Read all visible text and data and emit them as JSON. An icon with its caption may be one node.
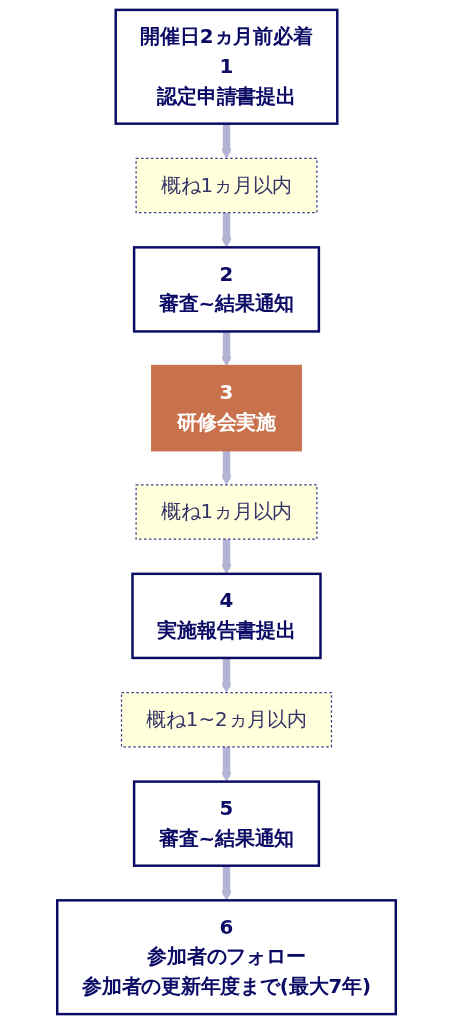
{
  "diagram": {
    "nodes": [
      {
        "text": [
          "開催日2ヵ月前必着",
          "1",
          "認定申請書提出"
        ]
      },
      {
        "text": [
          "概ね1ヵ月以内"
        ]
      },
      {
        "text": [
          "2",
          "審査~結果通知"
        ]
      },
      {
        "text": [
          "3",
          "研修会実施"
        ]
      },
      {
        "text": [
          "概ね1ヵ月以内"
        ]
      },
      {
        "text": [
          "4",
          "実施報告書提出"
        ]
      },
      {
        "text": [
          "概ね1~2ヵ月以内"
        ]
      },
      {
        "text": [
          "5",
          "審査~結果通知"
        ]
      },
      {
        "text": [
          "6",
          "参加者のフォロー",
          "参加者の更新年度まで(最大7年)"
        ]
      }
    ],
    "edges": [
      {
        "from": 0,
        "to": 1,
        "arrow": "to"
      },
      {
        "from": 1,
        "to": 2,
        "arrow": "to"
      },
      {
        "from": 2,
        "to": 3,
        "arrow": "to"
      },
      {
        "from": 3,
        "to": 4,
        "arrow": "to"
      },
      {
        "from": 4,
        "to": 5,
        "arrow": "to"
      },
      {
        "from": 5,
        "to": 6,
        "arrow": "to"
      },
      {
        "from": 6,
        "to": 7,
        "arrow": "to"
      },
      {
        "from": 7,
        "to": 8,
        "arrow": "to"
      }
    ]
  }
}
